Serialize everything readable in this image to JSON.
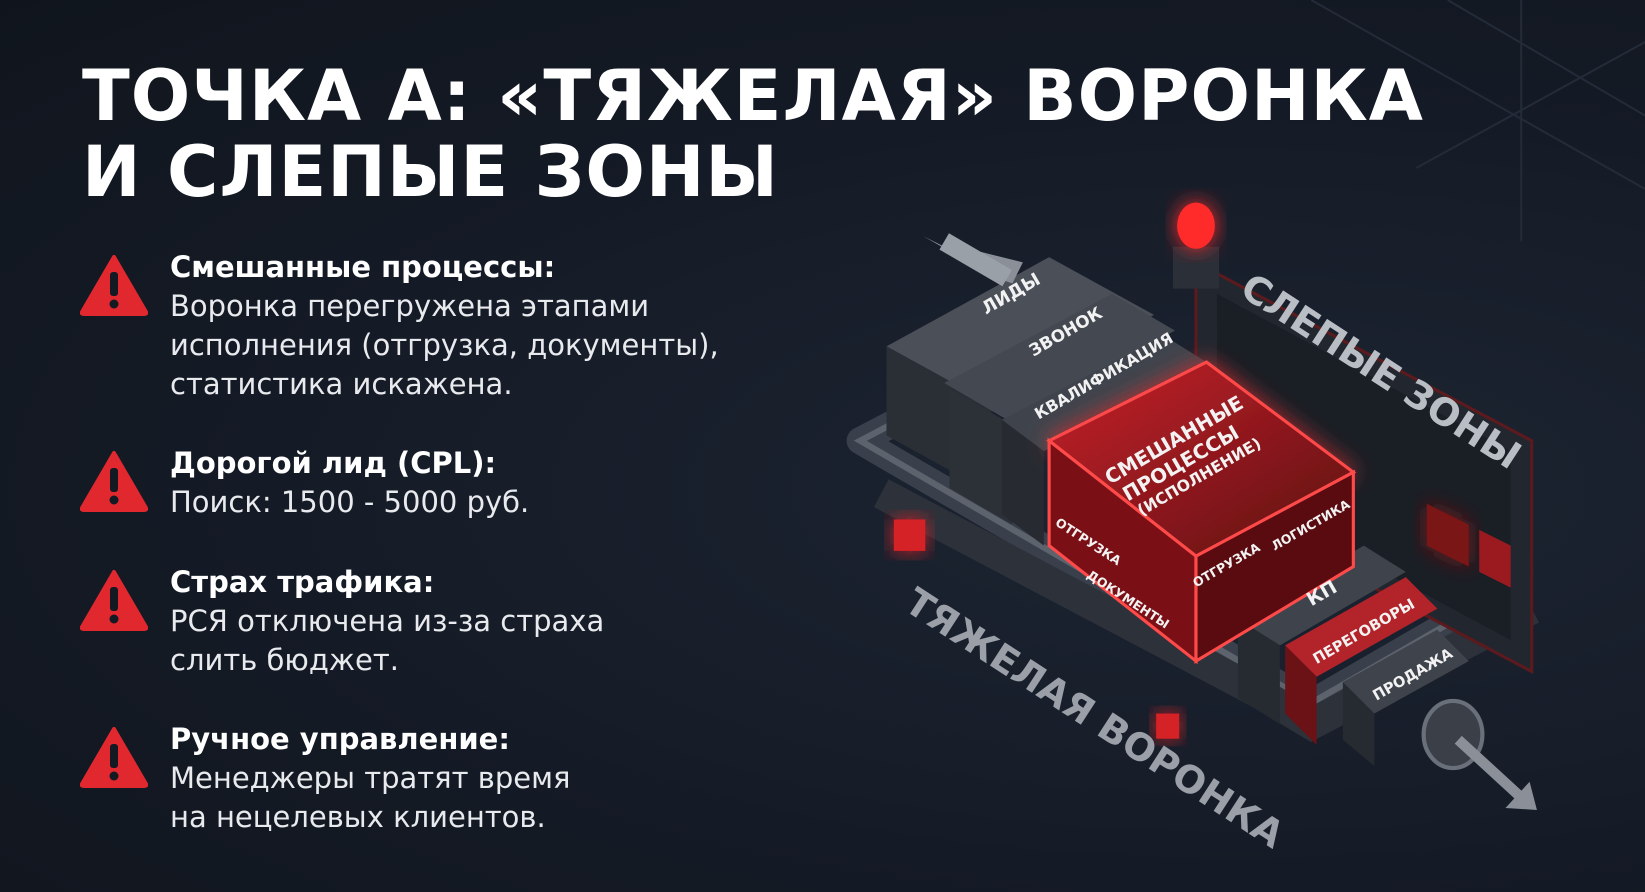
{
  "title": {
    "line1": "ТОЧКА А: «ТЯЖЕЛАЯ» ВОРОНКА",
    "line2": "И СЛЕПЫЕ ЗОНЫ"
  },
  "items": [
    {
      "icon": "warning-icon",
      "heading": "Смешанные процессы:",
      "lines": [
        "Воронка перегружена этапами",
        "исполнения (отгрузка, документы),",
        "статистика искажена."
      ]
    },
    {
      "icon": "warning-icon",
      "heading": "Дорогой лид (CPL):",
      "lines": [
        "Поиск: 1500 - 5000 руб."
      ]
    },
    {
      "icon": "warning-icon",
      "heading": "Страх трафика:",
      "lines": [
        "РСЯ отключена из-за страха",
        "слить бюджет."
      ]
    },
    {
      "icon": "warning-icon",
      "heading": "Ручное управление:",
      "lines": [
        "Менеджеры тратят время",
        "на нецелевых клиентов."
      ]
    }
  ],
  "illustration": {
    "stages": [
      "ЛИДЫ",
      "ЗВОНОК",
      "КВАЛИФИКАЦИЯ",
      "КП",
      "ПЕРЕГОВОРЫ",
      "ПРОДАЖА"
    ],
    "mixed_block": {
      "line1": "СМЕШАННЫЕ",
      "line2": "ПРОЦЕССЫ",
      "line3": "(ИСПОЛНЕНИЕ)",
      "tags": [
        "ОТГРУЗКА",
        "ДОКУМЕНТЫ",
        "ОТГРУЗКА",
        "ЛОГИСТИКА"
      ]
    },
    "blind_zones_label": "СЛЕПЫЕ ЗОНЫ",
    "heavy_funnel_label": "ТЯЖЕЛАЯ ВОРОНКА"
  },
  "colors": {
    "accent": "#e0282e",
    "background": "#141a24",
    "text": "#ffffff"
  }
}
